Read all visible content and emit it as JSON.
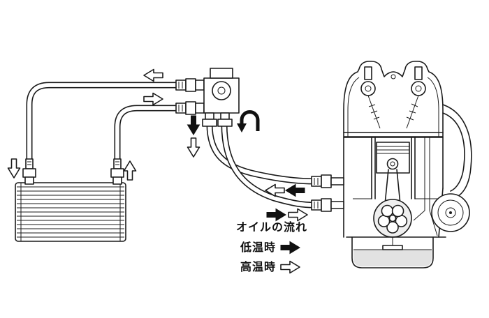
{
  "legend": {
    "title": "オイルの流れ",
    "items": [
      {
        "label": "低温時",
        "arrow": "filled-right-arrow"
      },
      {
        "label": "高温時",
        "arrow": "outline-right-arrow"
      }
    ]
  },
  "colors": {
    "background": "#ffffff",
    "line": "#1a1a1a",
    "arrow_filled": "#111111",
    "arrow_outline_fill": "#ffffff",
    "oil_shade": "#e2e2e2"
  },
  "components": {
    "oil_cooler": "oil-cooler",
    "thermostat_adapter": "thermostat-adapter",
    "engine": "engine-cross-section"
  }
}
